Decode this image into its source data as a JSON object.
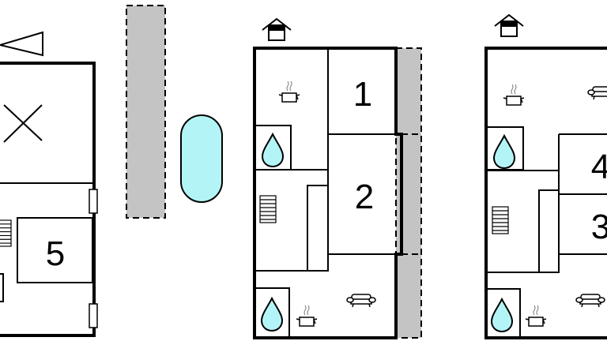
{
  "title": "Floor plan",
  "colors": {
    "water": "#b3f5f7",
    "terrace": "#c4c4c4",
    "wall": "#000000"
  },
  "rooms": {
    "r1": "1",
    "r2": "2",
    "r3": "3",
    "r4": "4",
    "r5": "5"
  },
  "icons": [
    "entrance-icon",
    "kitchen-pot-icon",
    "water-drop-icon",
    "sofa-icon",
    "stairs-icon",
    "north-arrow-icon",
    "pool-icon"
  ]
}
